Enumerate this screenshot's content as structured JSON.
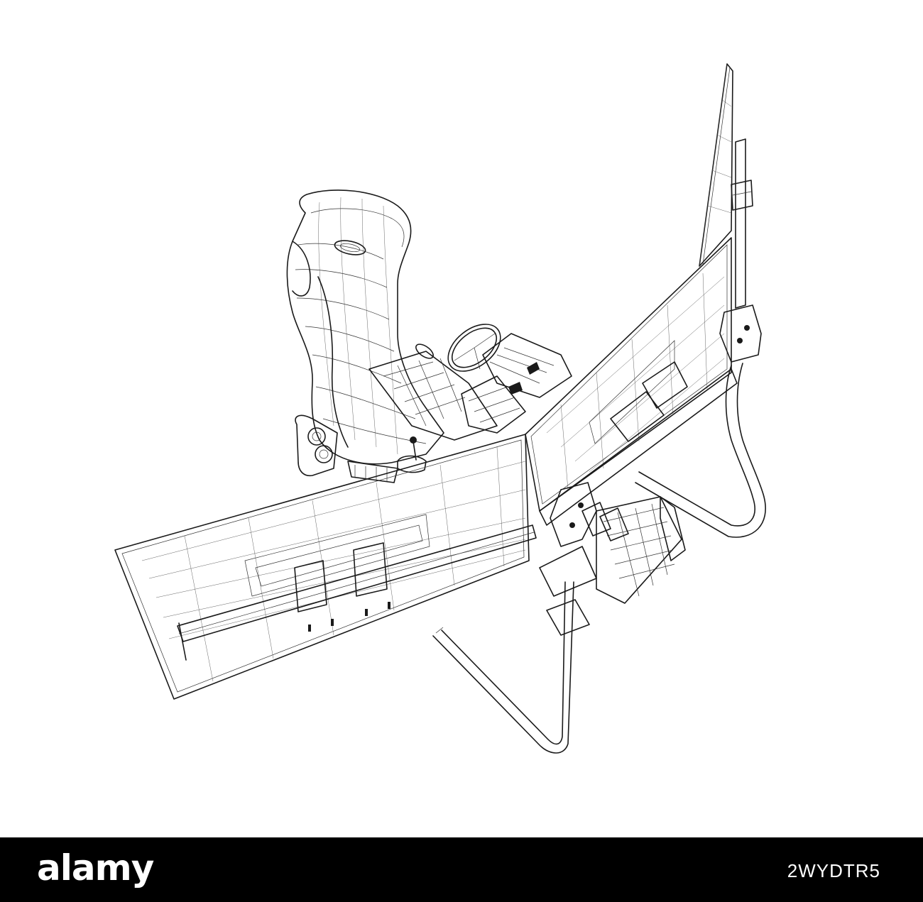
{
  "image": {
    "subject": "wireframe-sim-racing-cockpit",
    "background_color": "#ffffff",
    "line_color": "#1a1a1a"
  },
  "footer": {
    "brand": "alamy",
    "image_id": "2WYDTR5",
    "background_color": "#000000",
    "text_color": "#ffffff"
  }
}
